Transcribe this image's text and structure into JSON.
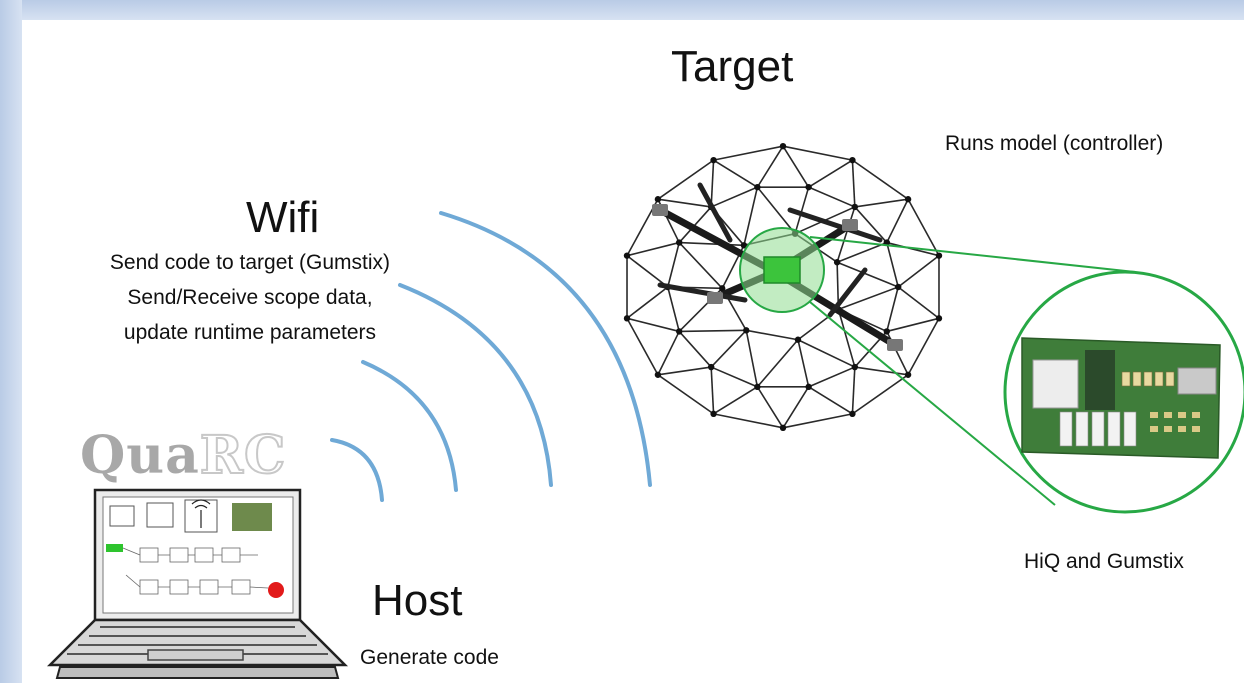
{
  "labels": {
    "target_title": "Target",
    "target_desc": "Runs model (controller)",
    "wifi_title": "Wifi",
    "wifi_line1": "Send code to target (Gumstix)",
    "wifi_line2": "Send/Receive scope data,",
    "wifi_line3": "update runtime parameters",
    "host_title": "Host",
    "host_desc": "Generate code",
    "board_caption": "HiQ and Gumstix",
    "logo_part1": "Qua",
    "logo_part2": "RC"
  },
  "colors": {
    "wave": "#6fa9d6",
    "highlight": "#27a845",
    "highlight_fill": "#8fdc8f",
    "frame": "#c5d5ec",
    "board": "#3f7d3a"
  },
  "icons": {
    "drone": "caged-quadrotor-icon",
    "laptop": "laptop-icon",
    "board": "circuit-board-icon"
  }
}
